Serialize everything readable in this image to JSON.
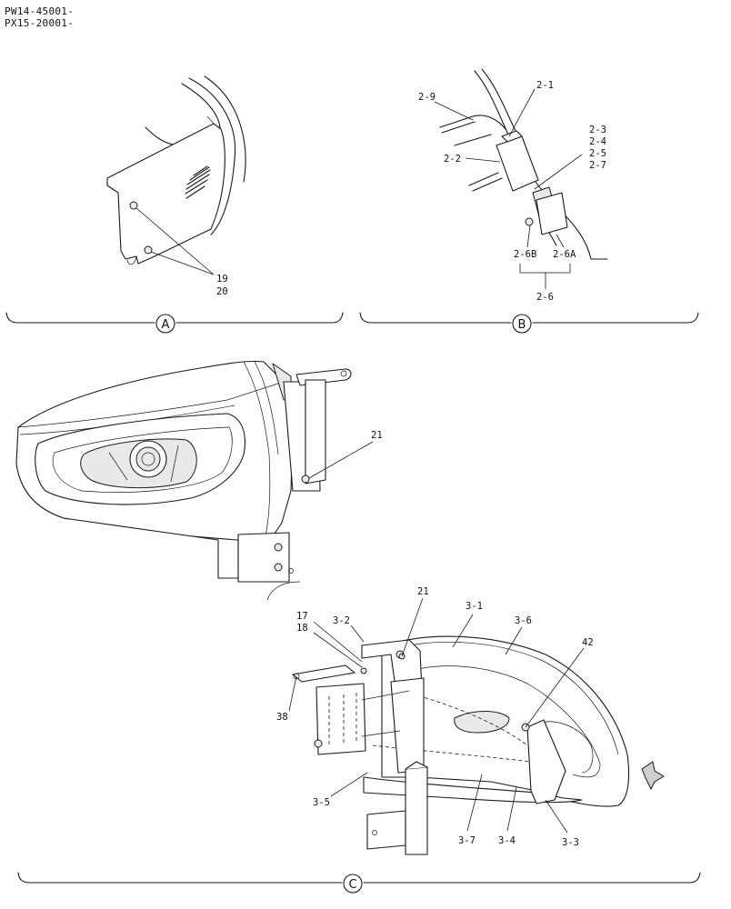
{
  "header": {
    "line1": "PW14-45001-",
    "line2": "PX15-20001-"
  },
  "sections": {
    "a": "A",
    "b": "B",
    "c": "C"
  },
  "labels": {
    "a_19": "19",
    "a_20": "20",
    "b_2_1": "2-1",
    "b_2_9": "2-9",
    "b_2_2": "2-2",
    "b_2_3": "2-3",
    "b_2_4": "2-4",
    "b_2_5": "2-5",
    "b_2_7": "2-7",
    "b_2_6b": "2-6B",
    "b_2_6a": "2-6A",
    "b_2_6": "2-6",
    "c_21_top": "21",
    "c_21": "21",
    "c_17": "17",
    "c_18": "18",
    "c_3_2": "3-2",
    "c_3_1": "3-1",
    "c_3_6": "3-6",
    "c_42": "42",
    "c_38": "38",
    "c_3_5": "3-5",
    "c_3_7": "3-7",
    "c_3_4": "3-4",
    "c_3_3": "3-3"
  }
}
